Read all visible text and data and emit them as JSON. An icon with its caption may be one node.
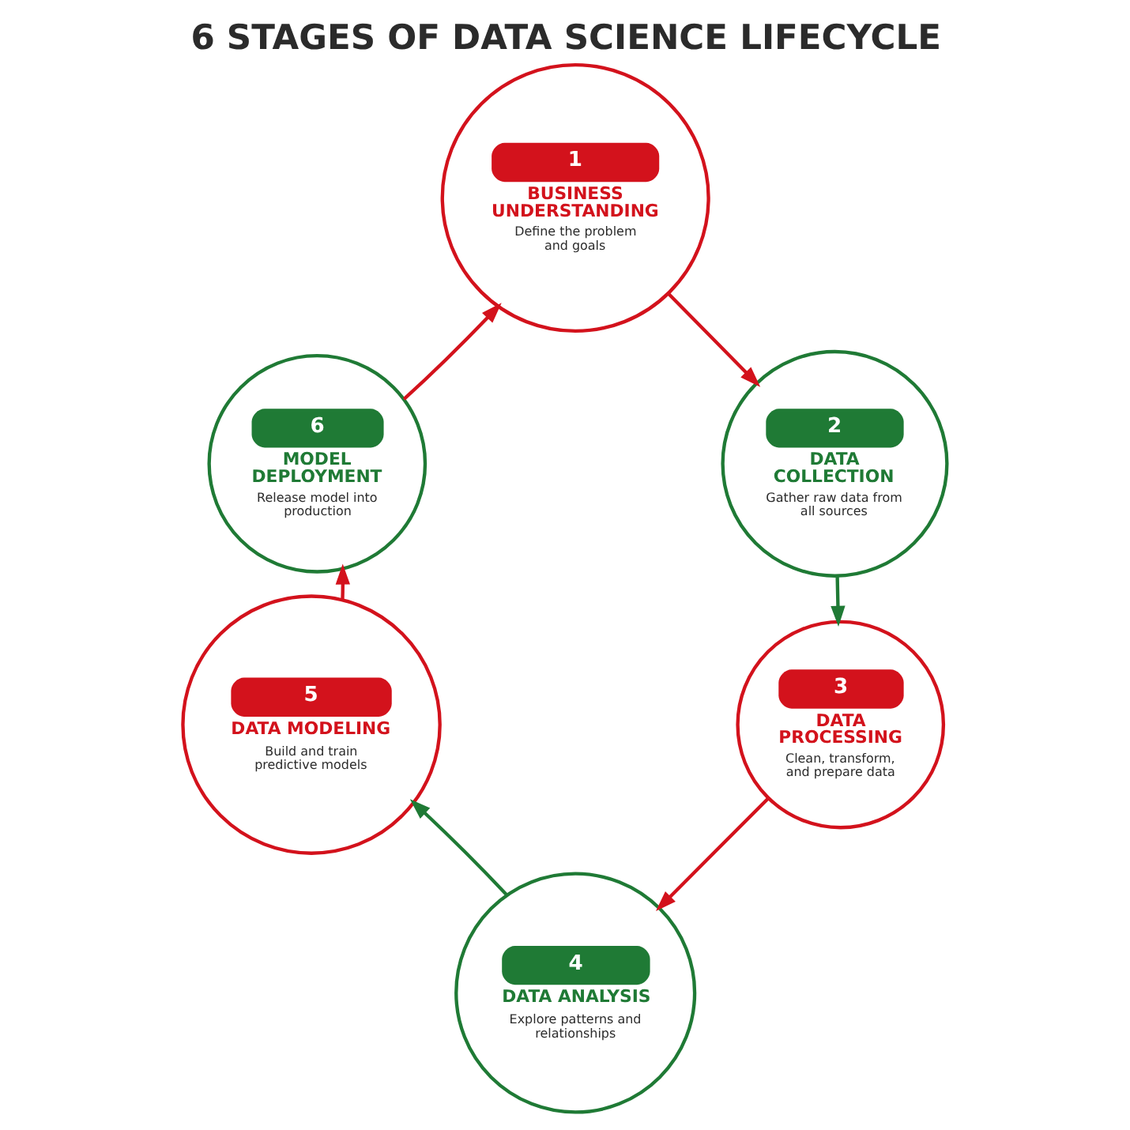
{
  "diagram": {
    "title": "6 STAGES OF DATA SCIENCE LIFECYCLE",
    "nodes": [
      {
        "text": [
          "1",
          "BUSINESS UNDERSTANDING",
          "Define the problem and goals"
        ]
      },
      {
        "text": [
          "2",
          "DATA COLLECTION",
          "Gather raw data from all sources"
        ]
      },
      {
        "text": [
          "3",
          "DATA PROCESSING",
          "Clean, transform, and prepare data"
        ]
      },
      {
        "text": [
          "4",
          "DATA ANALYSIS",
          "Explore patterns and relationships"
        ]
      },
      {
        "text": [
          "5",
          "DATA MODELING",
          "Build and train predictive models"
        ]
      },
      {
        "text": [
          "6",
          "MODEL DEPLOYMENT",
          "Release model into production"
        ]
      }
    ],
    "edges": [
      {
        "from": 0,
        "to": 1,
        "arrow": "to"
      },
      {
        "from": 1,
        "to": 2,
        "arrow": "to",
        "color": "#1f7a35"
      },
      {
        "from": 2,
        "to": 3,
        "arrow": "to"
      },
      {
        "from": 3,
        "to": 4,
        "arrow": "to",
        "color": "#1f7a35"
      },
      {
        "from": 4,
        "to": 5,
        "arrow": "to"
      },
      {
        "from": 5,
        "to": 0,
        "arrow": "to"
      }
    ]
  }
}
